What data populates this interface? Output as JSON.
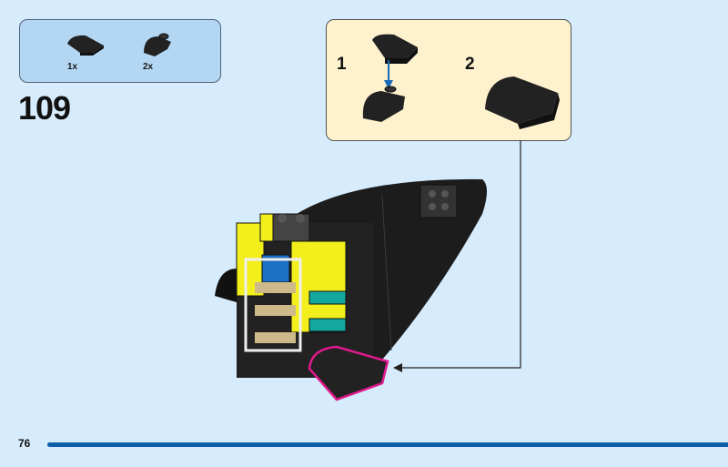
{
  "parts_list": {
    "items": [
      {
        "icon": "curved-slope-brick-icon",
        "quantity": "1x"
      },
      {
        "icon": "curved-slope-stud-brick-icon",
        "quantity": "2x"
      }
    ]
  },
  "step_number": "109",
  "substeps": [
    {
      "number": "1"
    },
    {
      "number": "2"
    }
  ],
  "page_number": "76",
  "colors": {
    "background": "#d6ebfb",
    "parts_box": "#b3d6f3",
    "substep_box": "#fdf2cd",
    "page_bar": "#0f5ea8",
    "highlight": "#e0198c"
  }
}
